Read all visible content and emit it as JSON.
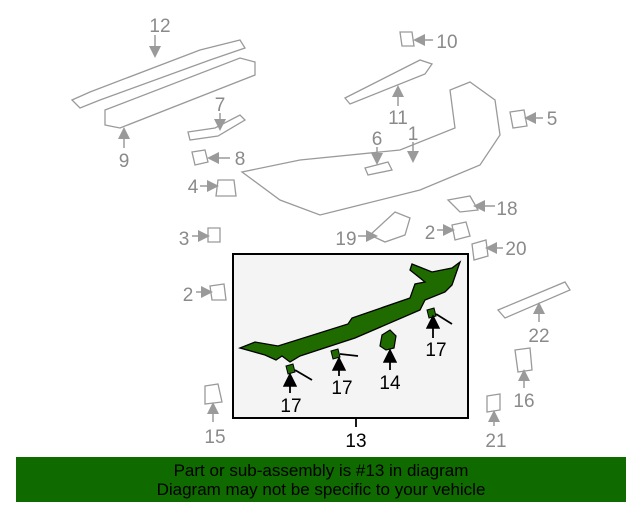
{
  "diagram": {
    "callouts": [
      "12",
      "10",
      "11",
      "5",
      "7",
      "6",
      "1",
      "9",
      "8",
      "4",
      "18",
      "3",
      "19",
      "2",
      "20",
      "2",
      "22",
      "17",
      "17",
      "14",
      "17",
      "16",
      "15",
      "13",
      "21"
    ],
    "highlight_color": "#1f6b00",
    "highlighted_part": "13"
  },
  "banner": {
    "line1": "Part or sub-assembly is #13 in diagram",
    "line2": "Diagram may not be specific to your vehicle",
    "color": "#0f6a00"
  }
}
